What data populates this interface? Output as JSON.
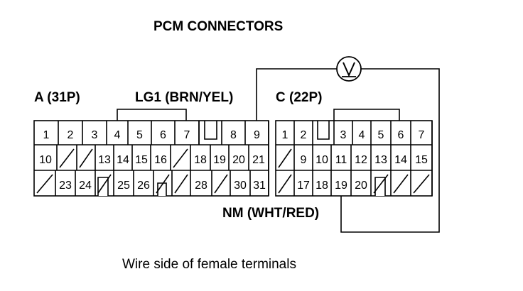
{
  "title": "PCM CONNECTORS",
  "caption": "Wire side of female terminals",
  "connector_a": {
    "label": "A (31P)",
    "wire_label": "LG1 (BRN/YEL)",
    "rows": [
      [
        "1",
        "2",
        "3",
        "4",
        "5",
        "6",
        "7",
        "",
        "",
        "8",
        "9"
      ],
      [
        "10",
        "",
        "",
        "13",
        "14",
        "15",
        "16",
        "",
        "18",
        "19",
        "20",
        "21"
      ],
      [
        "",
        "23",
        "24",
        "",
        "25",
        "26",
        "",
        "",
        "28",
        "",
        "30",
        "31"
      ]
    ]
  },
  "connector_c": {
    "label": "C (22P)",
    "wire_label": "NM (WHT/RED)",
    "rows": [
      [
        "1",
        "2",
        "",
        "3",
        "4",
        "5",
        "6",
        "7"
      ],
      [
        "",
        "9",
        "10",
        "11",
        "12",
        "13",
        "14",
        "15"
      ],
      [
        "",
        "17",
        "18",
        "19",
        "20",
        "",
        "",
        ""
      ]
    ]
  },
  "meter": {
    "symbol": "V",
    "icon": "voltmeter-icon"
  }
}
